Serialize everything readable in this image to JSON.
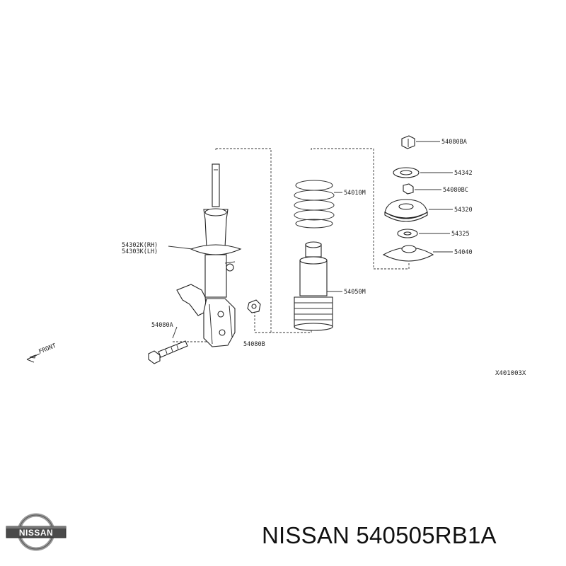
{
  "diagram": {
    "part_labels": {
      "p54080BA": "54080BA",
      "p54342": "54342",
      "p54080BC": "54080BC",
      "p54320": "54320",
      "p54325": "54325",
      "p54040": "54040",
      "p54010M": "54010M",
      "p54050M": "54050M",
      "p54302K": "54302K(RH)",
      "p54303K": "54303K(LH)",
      "p54080A": "54080A",
      "p54080B": "54080B"
    },
    "front_label": "FRONT",
    "reference_code": "X401003X"
  },
  "brand": {
    "logo_text": "NISSAN"
  },
  "caption": "NISSAN 540505RB1A"
}
